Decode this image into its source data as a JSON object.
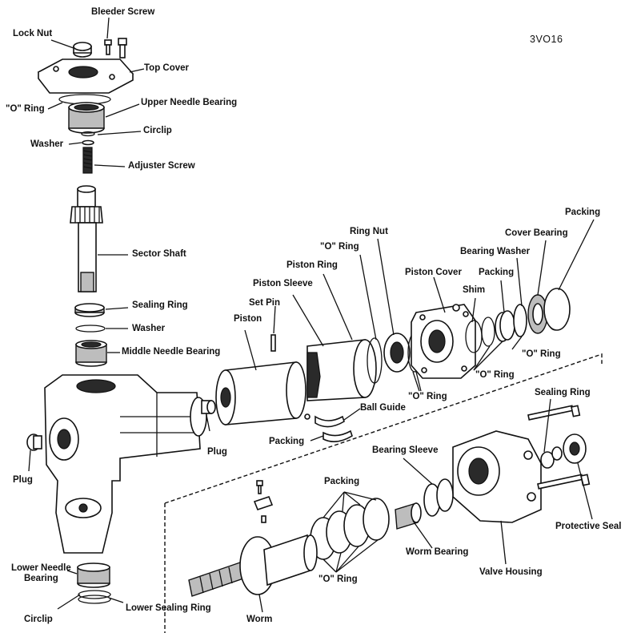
{
  "figure_ref": "3VO16",
  "labels": {
    "lock_nut": "Lock Nut",
    "bleeder_screw": "Bleeder Screw",
    "top_cover": "Top Cover",
    "o_ring": "\"O\" Ring",
    "upper_needle_bearing": "Upper Needle Bearing",
    "circlip": "Circlip",
    "washer": "Washer",
    "adjuster_screw": "Adjuster Screw",
    "sector_shaft": "Sector Shaft",
    "sealing_ring": "Sealing Ring",
    "middle_needle_bearing": "Middle Needle Bearing",
    "plug": "Plug",
    "lower_needle_bearing": "Lower Needle\nBearing",
    "lower_sealing_ring": "Lower Sealing Ring",
    "piston": "Piston",
    "set_pin": "Set Pin",
    "piston_sleeve": "Piston Sleeve",
    "piston_ring": "Piston Ring",
    "ring_nut": "Ring Nut",
    "piston_cover": "Piston Cover",
    "shim": "Shim",
    "packing": "Packing",
    "bearing_washer": "Bearing Washer",
    "cover_bearing": "Cover Bearing",
    "ball_guide": "Ball Guide",
    "bearing_sleeve": "Bearing Sleeve",
    "worm_bearing": "Worm Bearing",
    "valve_housing": "Valve Housing",
    "protective_seal": "Protective Seal",
    "worm": "Worm"
  }
}
